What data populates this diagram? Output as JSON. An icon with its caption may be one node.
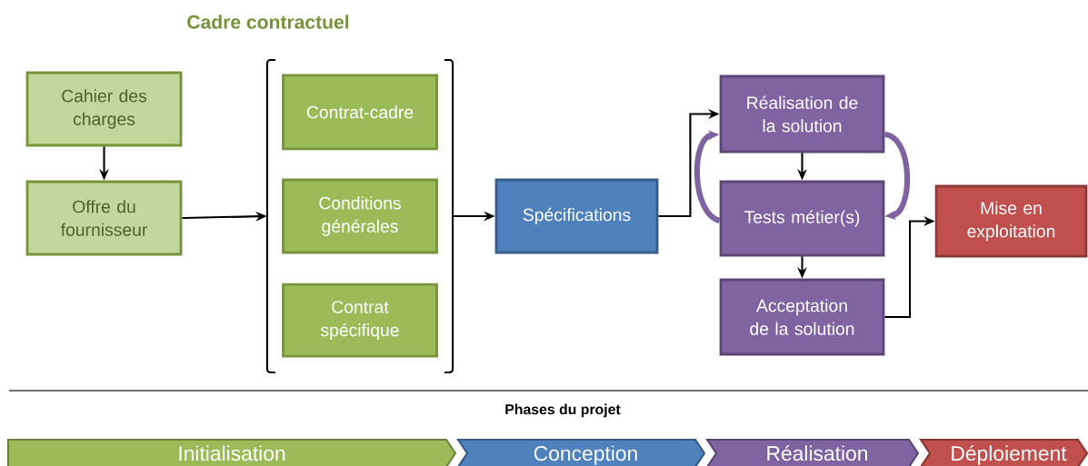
{
  "diagram": {
    "title": "Cadre contractuel",
    "nodes": [
      {
        "text": [
          "Cahier des charges"
        ]
      },
      {
        "text": [
          "Offre du fournisseur"
        ]
      },
      {
        "text": [],
        "shape": "bracket"
      },
      {
        "text": [
          "Contrat-cadre"
        ],
        "in": 2
      },
      {
        "text": [
          "Conditions générales"
        ],
        "in": 2
      },
      {
        "text": [
          "Contrat spécifique"
        ],
        "in": 2
      },
      {
        "text": [
          "Spécifications"
        ]
      },
      {
        "text": [
          "Réalisation de la solution"
        ]
      },
      {
        "text": [
          "Tests métier(s)"
        ]
      },
      {
        "text": [
          "Acceptation de la solution"
        ]
      },
      {
        "text": [
          "Mise en exploitation"
        ]
      },
      {
        "text": [
          "Initialisation"
        ]
      },
      {
        "text": [
          "Conception"
        ]
      },
      {
        "text": [
          "Réalisation"
        ]
      },
      {
        "text": [
          "Déploiement"
        ]
      }
    ],
    "edges": [
      {
        "from": 0,
        "to": 1,
        "arrow": "to"
      },
      {
        "from": 1,
        "to": 2,
        "arrow": "to"
      },
      {
        "from": 2,
        "to": 6,
        "arrow": "to"
      },
      {
        "from": 6,
        "to": 7,
        "arrow": "to"
      },
      {
        "from": 7,
        "to": 8,
        "arrow": "to"
      },
      {
        "from": 8,
        "to": 9,
        "arrow": "to"
      },
      {
        "from": 9,
        "to": 10,
        "arrow": "to"
      },
      {
        "from": 8,
        "to": 7,
        "arrow": "to",
        "style": "thick",
        "color": "#7f63a1"
      },
      {
        "from": 7,
        "to": 8,
        "arrow": "to",
        "style": "thick",
        "color": "#7f63a1"
      }
    ],
    "labels": [
      "Phases du projet"
    ]
  }
}
